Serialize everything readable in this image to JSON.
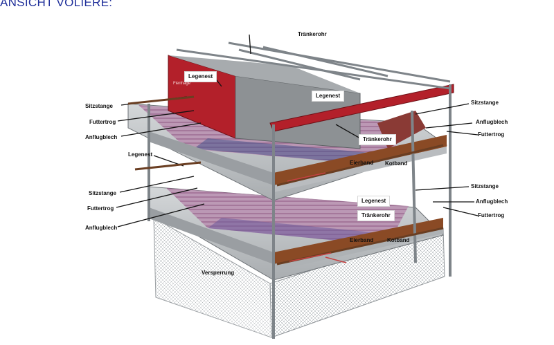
{
  "title": "ANSICHT VOLIERE:",
  "brand_text": "Fienhage",
  "colors": {
    "title": "#1f2f9a",
    "frame_red": "#b3202a",
    "frame_steel": "#7e8489",
    "floor": "#c9ccce",
    "perch_pink": "#a55a8a",
    "wood": "#8a4a25"
  },
  "labels": {
    "traenkerohr_top": "Tränkerohr",
    "legenest_back": "Legenest",
    "legenest_mid": "Legenest",
    "sitzstange_l1": "Sitzstange",
    "futtertrog_l1": "Futtertrog",
    "anflugblech_l1": "Anflugblech",
    "legenest_left": "Legenest",
    "sitzstange_l2": "Sitzstange",
    "futtertrog_l2": "Futtertrog",
    "anflugblech_l2": "Anflugblech",
    "sitzstange_r1": "Sitzstange",
    "anflugblech_r1": "Anflugblech",
    "futtertrog_r1": "Futtertrog",
    "traenkerohr_r1": "Tränkerohr",
    "eierband_1": "Eierband",
    "kotband_1": "Kotband",
    "sitzstange_r2": "Sitzstange",
    "anflugblech_r2": "Anflugblech",
    "futtertrog_r2": "Futtertrog",
    "legenest_r2": "Legenest",
    "traenkerohr_r2": "Tränkerohr",
    "eierband_2": "Eierband",
    "kotband_2": "Kotband",
    "versperrung": "Versperrung"
  }
}
